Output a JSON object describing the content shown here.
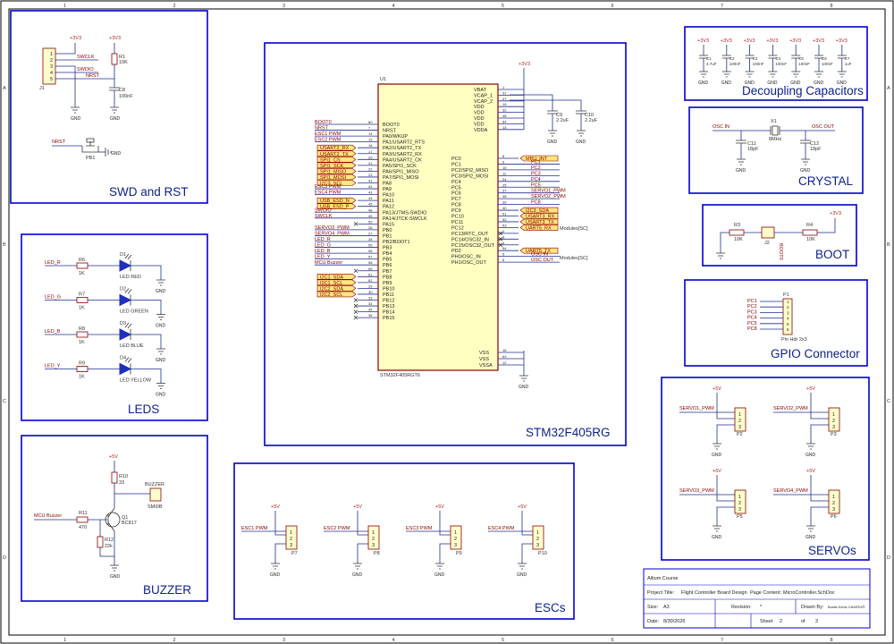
{
  "border": {
    "cols": [
      "1",
      "2",
      "3",
      "4",
      "5",
      "6",
      "7",
      "8"
    ],
    "rows": [
      "A",
      "B",
      "C",
      "D"
    ]
  },
  "blocks": {
    "swd": "SWD and RST",
    "leds": "LEDS",
    "buzzer": "BUZZER",
    "escs": "ESCs",
    "mcu": "STM32F405RG",
    "decoupling": "Decoupling Capacitors",
    "crystal": "CRYSTAL",
    "boot": "BOOT",
    "gpio": "GPIO Connector",
    "servos": "SERVOs"
  },
  "power": {
    "v33": "+3V3",
    "v5": "+5V",
    "gnd": "GND"
  },
  "swd": {
    "j1": "J1",
    "pins": [
      "1",
      "2",
      "3",
      "4",
      "5"
    ],
    "nets": [
      "SWCLK",
      "SWDIO",
      "NRST"
    ],
    "r1": "R1",
    "r1v": "10K",
    "c8": "C8",
    "c8v": "100nF",
    "nrst": "NRST",
    "pb1": "PB1"
  },
  "leds": {
    "items": [
      {
        "net": "LED_R",
        "r": "R6",
        "rv": "1K",
        "d": "D1",
        "label": "LED RED"
      },
      {
        "net": "LED_G",
        "r": "R7",
        "rv": "1K",
        "d": "D2",
        "label": "LED GREEN"
      },
      {
        "net": "LED_B",
        "r": "R8",
        "rv": "1K",
        "d": "D3",
        "label": "LED BLUE"
      },
      {
        "net": "LED_Y",
        "r": "R9",
        "rv": "1K",
        "d": "D4",
        "label": "LED YELLOW"
      }
    ]
  },
  "buzzer": {
    "r10": "R10",
    "r10v": "33",
    "buzz": "BUZZER",
    "model": "SMI0B",
    "net": "MCU Buzzer",
    "r11": "R11",
    "r11v": "470",
    "q1": "Q1",
    "q1v": "BC817",
    "r12": "R12",
    "r12v": "22k"
  },
  "escs": {
    "items": [
      {
        "net": "ESC1 PWM",
        "ref": "P7"
      },
      {
        "net": "ESC2 PWM",
        "ref": "P8"
      },
      {
        "net": "ESC3 PWM",
        "ref": "P9"
      },
      {
        "net": "ESC4 PWM",
        "ref": "P10"
      }
    ],
    "pins": [
      "1",
      "2",
      "3"
    ]
  },
  "mcu": {
    "ref": "U1",
    "part": "STM32F405RGT6",
    "left_pins": [
      {
        "n": "60",
        "name": "BOOT0",
        "net": "BOOT0"
      },
      {
        "n": "7",
        "name": "NRST",
        "net": "NRST"
      },
      {
        "n": "14",
        "name": "PA0/WKUP",
        "net": "ESC1 PWM"
      },
      {
        "n": "15",
        "name": "PA1/USART2_RTS",
        "net": "ESC2 PWM"
      },
      {
        "n": "16",
        "name": "PA2/USART2_TX",
        "net": "USART2_RX",
        "port": true
      },
      {
        "n": "17",
        "name": "PA3/USART2_RX",
        "net": "USART2_TX",
        "port": true
      },
      {
        "n": "20",
        "name": "PA4/USART2_CK",
        "net": "SPI1_CS",
        "port": true
      },
      {
        "n": "21",
        "name": "PA5/SPI1_SCK",
        "net": "SPI1_SCK",
        "port": true
      },
      {
        "n": "22",
        "name": "PA6/SPI1_MISO",
        "net": "SPI1_MISO",
        "port": true
      },
      {
        "n": "23",
        "name": "PA7/SPI1_MOSI",
        "net": "SPI1_MOSI",
        "port": true
      },
      {
        "n": "41",
        "name": "PA8",
        "net": "I2C3_SCL",
        "port": true
      },
      {
        "n": "42",
        "name": "PA9",
        "net": "ESC3 PWM"
      },
      {
        "n": "43",
        "name": "PA10",
        "net": "ESC4 PWM"
      },
      {
        "n": "44",
        "name": "PA11",
        "net": "USB_ESD_N",
        "port": true
      },
      {
        "n": "45",
        "name": "PA12",
        "net": "USB_ESD_P",
        "port": true
      },
      {
        "n": "46",
        "name": "PA13/JTMS-SWDIO",
        "net": "SWDIO"
      },
      {
        "n": "49",
        "name": "PA14/JTCK-SWCLK",
        "net": "SWCLK"
      },
      {
        "n": "50",
        "name": "PA15",
        "net": ""
      },
      {
        "n": "26",
        "name": "PB0",
        "net": "SERVO3_PWM"
      },
      {
        "n": "27",
        "name": "PB1",
        "net": "SERVO4_PWM"
      },
      {
        "n": "28",
        "name": "PB2/BOOT1",
        "net": "LED_R"
      },
      {
        "n": "55",
        "name": "PB3",
        "net": "LED_G"
      },
      {
        "n": "56",
        "name": "PB4",
        "net": "LED_B"
      },
      {
        "n": "57",
        "name": "PB5",
        "net": "LED_Y"
      },
      {
        "n": "58",
        "name": "PB6",
        "net": "MCU Buzzer"
      },
      {
        "n": "59",
        "name": "PB7",
        "net": ""
      },
      {
        "n": "61",
        "name": "PB8",
        "net": "I2C1_SDA",
        "port": true
      },
      {
        "n": "62",
        "name": "PB9",
        "net": "I2C1_SCL",
        "port": true
      },
      {
        "n": "29",
        "name": "PB10",
        "net": "I2C2_SDA",
        "port": true
      },
      {
        "n": "30",
        "name": "PB11",
        "net": "I2C2_SCL",
        "port": true
      },
      {
        "n": "33",
        "name": "PB12",
        "net": ""
      },
      {
        "n": "34",
        "name": "PB13",
        "net": ""
      },
      {
        "n": "35",
        "name": "PB14",
        "net": ""
      },
      {
        "n": "36",
        "name": "PB15",
        "net": ""
      }
    ],
    "right_top": [
      {
        "n": "1",
        "name": "VBAT"
      },
      {
        "n": "31",
        "name": "VCAP_1"
      },
      {
        "n": "47",
        "name": "VCAP_2"
      },
      {
        "n": "19",
        "name": "VDD"
      },
      {
        "n": "32",
        "name": "VDD"
      },
      {
        "n": "48",
        "name": "VDD"
      },
      {
        "n": "64",
        "name": "VDD"
      },
      {
        "n": "13",
        "name": "VDDA"
      }
    ],
    "right_pins": [
      {
        "n": "8",
        "name": "PC0",
        "net": "MPU_INT",
        "port": true
      },
      {
        "n": "9",
        "name": "PC1",
        "net": "PC1"
      },
      {
        "n": "10",
        "name": "PC2/SPI2_MISO",
        "net": "PC2"
      },
      {
        "n": "11",
        "name": "PC3/SPI2_MOSI",
        "net": "PC3"
      },
      {
        "n": "24",
        "name": "PC4",
        "net": "PC4"
      },
      {
        "n": "25",
        "name": "PC5",
        "net": "PC5"
      },
      {
        "n": "37",
        "name": "PC6",
        "net": "SERVO1_PWM"
      },
      {
        "n": "38",
        "name": "PC7",
        "net": "SERVO2_PWM"
      },
      {
        "n": "39",
        "name": "PC8",
        "net": "PC8"
      },
      {
        "n": "40",
        "name": "PC9",
        "net": "I2C3_SDA",
        "port": true
      },
      {
        "n": "51",
        "name": "PC10",
        "net": "USART3_RX",
        "port": true
      },
      {
        "n": "52",
        "name": "PC11",
        "net": "USART3_TX",
        "port": true
      },
      {
        "n": "53",
        "name": "PC12",
        "net": "UART5_RX",
        "port": true
      },
      {
        "n": "2",
        "name": "PC13/RTC_OUT",
        "net": ""
      },
      {
        "n": "3",
        "name": "PC14/OSC32_IN",
        "net": ""
      },
      {
        "n": "4",
        "name": "PC15/OSC32_OUT",
        "net": ""
      },
      {
        "n": "54",
        "name": "PD2",
        "net": "UART5_TX",
        "port": true
      },
      {
        "n": "5",
        "name": "PH0/OSC_IN",
        "net": "OSC IN"
      },
      {
        "n": "6",
        "name": "PH1/OSC_OUT",
        "net": "OSC OUT"
      }
    ],
    "right_gnd": [
      {
        "n": "18",
        "name": "VSS"
      },
      {
        "n": "63",
        "name": "VSS"
      },
      {
        "n": "12",
        "name": "VSSA"
      }
    ],
    "c9": "C9",
    "c9v": "2.2uF",
    "c10": "C10",
    "c10v": "2.2uF",
    "modules": "Modules[SC]"
  },
  "decoupling": {
    "caps": [
      {
        "ref": "C1",
        "v": "4.7uF"
      },
      {
        "ref": "C2",
        "v": "100nF"
      },
      {
        "ref": "C3",
        "v": "100nF"
      },
      {
        "ref": "C4",
        "v": "100nF"
      },
      {
        "ref": "C5",
        "v": "100nF"
      },
      {
        "ref": "C6",
        "v": "100nF"
      },
      {
        "ref": "C7",
        "v": "1uF"
      }
    ]
  },
  "crystal": {
    "in": "OSC IN",
    "out": "OSC OUT",
    "x1": "X1",
    "x1v": "8MHz",
    "c11": "C11",
    "c11v": "18pF",
    "c12": "C12",
    "c12v": "18pF"
  },
  "boot": {
    "r3": "R3",
    "r3v": "10K",
    "r4": "R4",
    "r4v": "10K",
    "j2": "J2",
    "net": "BOOT0"
  },
  "gpio": {
    "ref": "P1",
    "nets": [
      "PC1",
      "PC2",
      "PC3",
      "PC4",
      "PC5",
      "PC8"
    ],
    "pins": [
      "1",
      "2",
      "3",
      "4",
      "5",
      "6"
    ],
    "label": "Pin Hdr 2x3"
  },
  "servos": {
    "items": [
      {
        "net": "SERVO1_PWM",
        "ref": "P2"
      },
      {
        "net": "SERVO2_PWM",
        "ref": "P3"
      },
      {
        "net": "SERVO3_PWM",
        "ref": "P5"
      },
      {
        "net": "SERVO4_PWM",
        "ref": "P6"
      }
    ]
  },
  "title_block": {
    "company": "Altium Course",
    "project_label": "Project Title:",
    "project": "Flight Controller Board Design",
    "content_label": "Page Content:",
    "content": "MicroController.SchDoc",
    "size_label": "Size:",
    "size": "A3",
    "revision_label": "Revision:",
    "revision": "*",
    "drawn_label": "Drawn By:",
    "drawn": "Burak Deniz CAKIROĞ",
    "date_label": "Date:",
    "date": "8/30/2026",
    "sheet_label": "Sheet",
    "sheet": "2",
    "of_label": "of",
    "of": "3"
  }
}
